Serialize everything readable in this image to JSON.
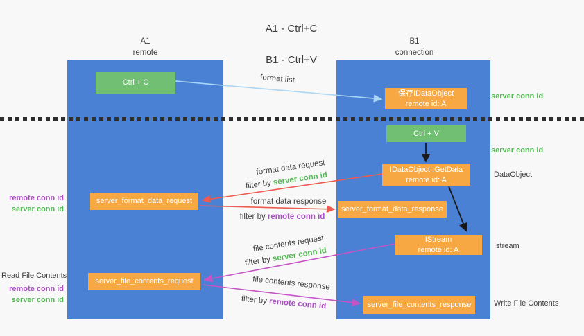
{
  "title": {
    "line1": "A1 - Ctrl+C",
    "line2": "B1 - Ctrl+V"
  },
  "lanes": {
    "left": {
      "name": "A1",
      "role": "remote"
    },
    "right": {
      "name": "B1",
      "role": "connection"
    }
  },
  "boxes": {
    "ctrl_c": {
      "label": "Ctrl + C"
    },
    "ctrl_v": {
      "label": "Ctrl + V"
    },
    "save_idataobject": {
      "line1": "保存IDataObject",
      "line2": "remote id: A"
    },
    "getdata": {
      "line1": "IDataObject::GetData",
      "line2": "remote id: A"
    },
    "istream": {
      "line1": "IStream",
      "line2": "remote id: A"
    },
    "server_format_data_request": {
      "label": "server_format_data_request"
    },
    "server_format_data_response": {
      "label": "server_format_data_response"
    },
    "server_file_contents_request": {
      "label": "server_file_contents_request"
    },
    "server_file_contents_response": {
      "label": "server_file_contents_response"
    }
  },
  "arrow_labels": {
    "format_list": "format list",
    "format_data_request": "format data request",
    "format_data_response": "format data response",
    "file_contents_request": "file contents request",
    "file_contents_response": "file contents response",
    "filter_by": "filter by ",
    "server_conn_id": "server conn id",
    "remote_conn_id": "remote conn id"
  },
  "side_labels": {
    "server_conn_id_top": "server conn id",
    "server_conn_id_mid": "server conn id",
    "dataobject": "DataObject",
    "istream": "Istream",
    "write_file_contents": "Write File Contents",
    "read_file_contents": "Read File Contents",
    "remote_conn_id_upper": "remote conn id",
    "server_conn_id_upper": "server conn id",
    "remote_conn_id_lower": "remote conn id",
    "server_conn_id_lower": "server conn id"
  },
  "colors": {
    "lane_blue": "#4a81d4",
    "box_orange": "#f7a843",
    "box_green": "#71bf72",
    "text_green": "#53b853",
    "text_purple": "#ab4fc3",
    "arrow_red": "#ee5a50",
    "arrow_magenta": "#c455c4",
    "arrow_lightblue": "#a9d7f5",
    "arrow_black": "#1a1a1a"
  }
}
